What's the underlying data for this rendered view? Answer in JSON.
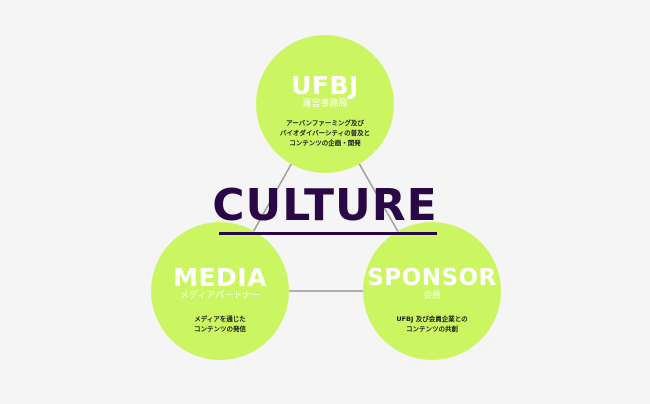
{
  "center": {
    "label": "CULTURE"
  },
  "nodes": {
    "ufbj": {
      "title": "UFBJ",
      "subtitle": "運営事務局",
      "desc_line1": "アーバンファーミング及び",
      "desc_line2": "バイオダイバーシティの普及と",
      "desc_line3": "コンテンツの企画・開発"
    },
    "media": {
      "title": "MEDIA",
      "subtitle": "メディアパートナー",
      "desc_line1": "メディアを通じた",
      "desc_line2": "コンテンツの発信"
    },
    "sponsor": {
      "title": "SPONSOR",
      "subtitle": "会員",
      "desc_line1": "UFBJ 及び会員企業との",
      "desc_line2": "コンテンツの共創"
    }
  },
  "colors": {
    "background": "#f5f5f5",
    "circle": "#ccf562",
    "accent": "#2a0845",
    "line": "#9a9a9a"
  }
}
